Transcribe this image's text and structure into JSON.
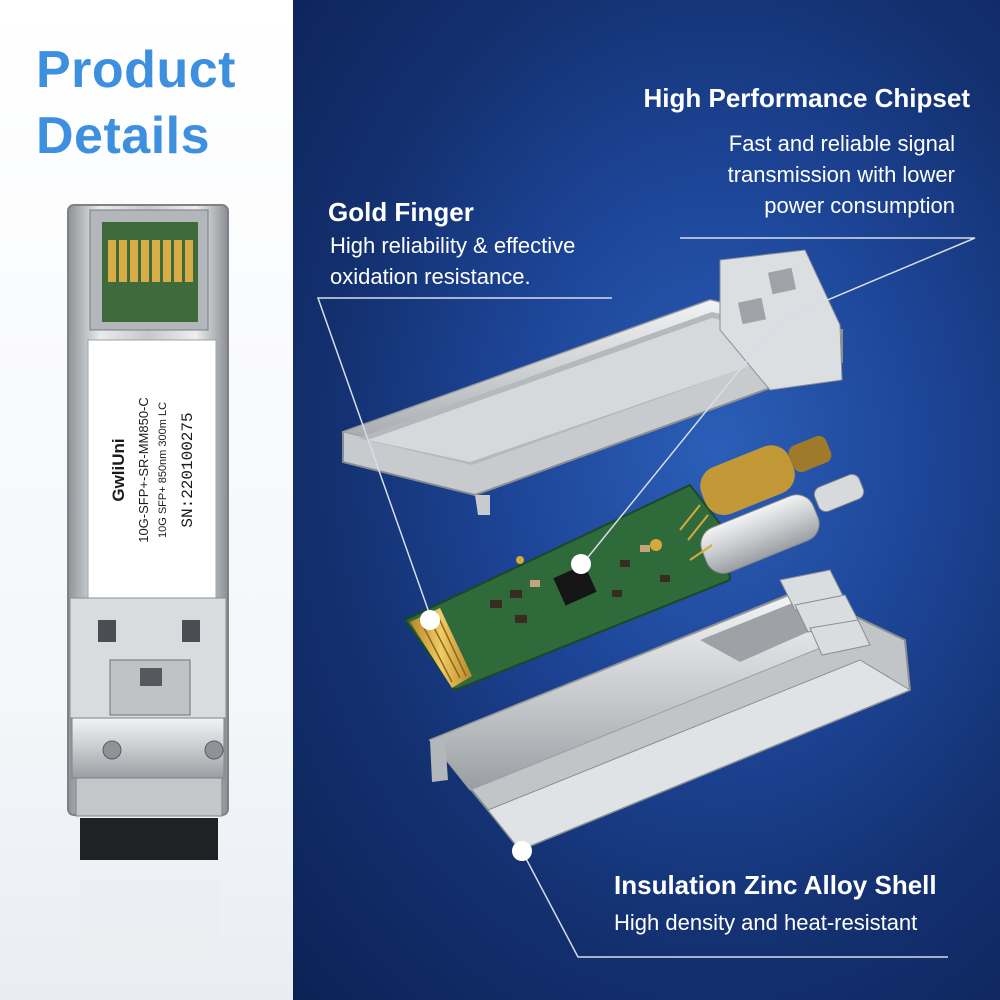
{
  "title": {
    "line1": "Product",
    "line2": "Details"
  },
  "module_label": {
    "brand": "GwliUni",
    "model": "10G-SFP+-SR-MM850-C",
    "spec": "10G SFP+ 850nm 300m LC",
    "serial": "SN:220100275"
  },
  "features": {
    "chipset": {
      "heading": "High Performance Chipset",
      "lines": [
        "Fast and reliable signal",
        "transmission with lower",
        "power consumption"
      ]
    },
    "gold_finger": {
      "heading": "Gold Finger",
      "lines": [
        "High reliability & effective",
        "oxidation resistance."
      ]
    },
    "shell": {
      "heading": "Insulation Zinc Alloy Shell",
      "lines": [
        "High density and heat-resistant"
      ]
    }
  },
  "colors": {
    "title": "#3d8fe0",
    "background_dark": "#0c2256",
    "background_light": "#2b5fb8",
    "text": "#ffffff",
    "pcb": "#2f6b3a",
    "gold": "#d6a93a"
  }
}
